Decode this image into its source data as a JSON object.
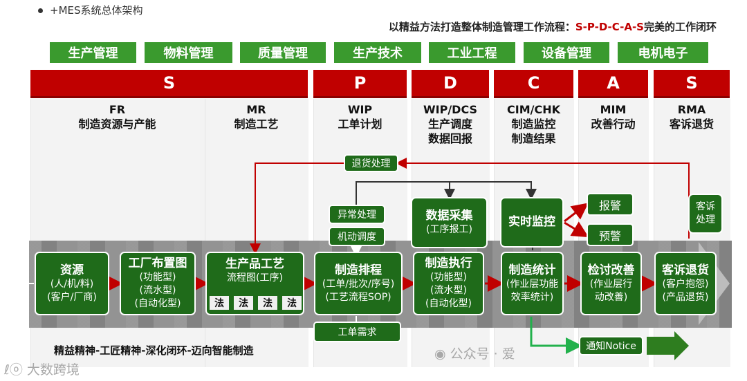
{
  "title": "+MES系统总体架构",
  "subtitle": {
    "prefix": "以精益方法打造整体制造管理工作流程：",
    "highlight": "S-P-D-C-A-S",
    "suffix": "完美的工作闭环"
  },
  "departments": [
    "生产管理",
    "物料管理",
    "质量管理",
    "生产技术",
    "工业工程",
    "设备管理",
    "电机电子"
  ],
  "phases": [
    "S",
    "P",
    "D",
    "C",
    "A",
    "S"
  ],
  "columns": [
    {
      "line1": "FR",
      "line2": "制造资源与产能",
      "line3": ""
    },
    {
      "line1": "MR",
      "line2": "制造工艺",
      "line3": ""
    },
    {
      "line1": "WIP",
      "line2": "工单计划",
      "line3": ""
    },
    {
      "line1": "WIP/DCS",
      "line2": "生产调度",
      "line3": "数据回报"
    },
    {
      "line1": "CIM/CHK",
      "line2": "制造监控",
      "line3": "制造结果"
    },
    {
      "line1": "MIM",
      "line2": "改善行动",
      "line3": ""
    },
    {
      "line1": "RMA",
      "line2": "客诉退货",
      "line3": ""
    }
  ],
  "flow": {
    "resources": {
      "title": "资源",
      "l1": "(人/机/料)",
      "l2": "(客户/厂商)"
    },
    "layout": {
      "title": "工厂布置图",
      "l1": "(功能型)",
      "l2": "(流水型)",
      "l3": "(自动化型)"
    },
    "process": {
      "title": "生产品工艺",
      "l1": "流程图(工序)",
      "fa": [
        "法",
        "法",
        "法",
        "法"
      ]
    },
    "schedule": {
      "title": "制造排程",
      "l1": "(工单/批次/序号)",
      "l2": "(工艺流程SOP)"
    },
    "execute": {
      "title": "制造执行",
      "l1": "(功能型)",
      "l2": "(流水型)",
      "l3": "(自动化型)"
    },
    "stats": {
      "title": "制造统计",
      "l1": "(作业层功能",
      "l2": "效率统计)"
    },
    "review": {
      "title": "检讨改善",
      "l1": "(作业层行",
      "l2": "动改善)"
    },
    "complaint": {
      "title": "客诉退货",
      "l1": "(客户抱怨)",
      "l2": "(产品退货)"
    }
  },
  "upper": {
    "return": "退货处理",
    "exception": "异常处理",
    "dispatch": "机动调度",
    "collect_title": "数据采集",
    "collect_sub": "(工序报工)",
    "monitor": "实时监控",
    "alarm": "报警",
    "warning": "预警",
    "rma_a": "客诉",
    "rma_b": "处理",
    "wo_demand": "工单需求",
    "notice": "通知Notice"
  },
  "bottom": "精益精神-工匠精神-深化闭环-迈向智能制造",
  "watermark": {
    "left": "大数跨境",
    "right": "公众号 · 爱"
  },
  "colors": {
    "red": "#c00000",
    "green_header": "#3a9a2e",
    "green_box": "#1f6b1a"
  }
}
